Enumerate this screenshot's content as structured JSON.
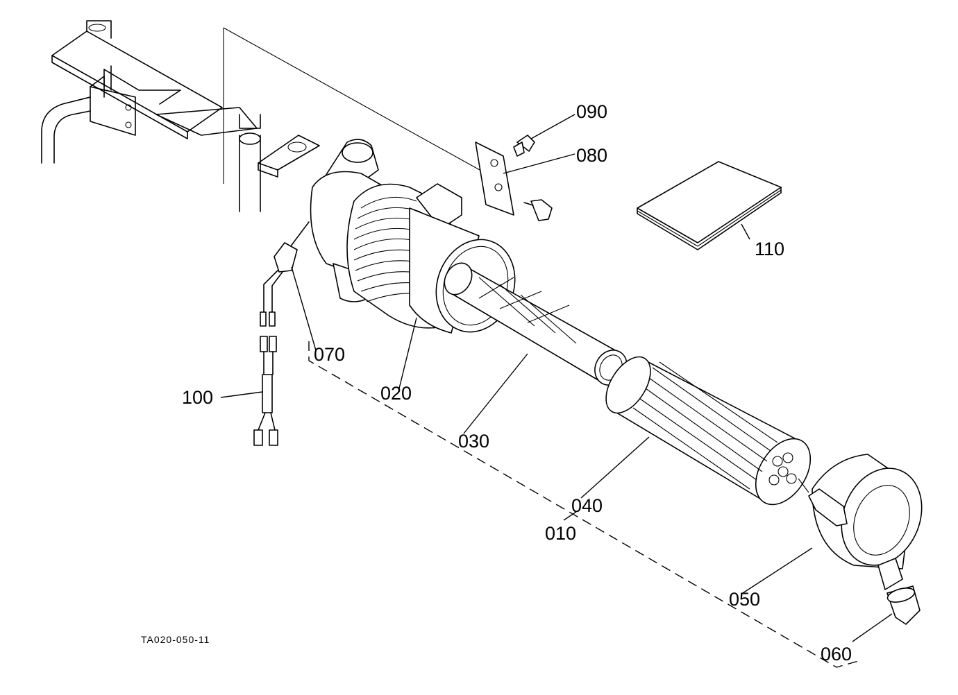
{
  "diagram_code": "TA020-050-11",
  "parts": [
    {
      "id": "p010",
      "label": "010"
    },
    {
      "id": "p020",
      "label": "020"
    },
    {
      "id": "p030",
      "label": "030"
    },
    {
      "id": "p040",
      "label": "040"
    },
    {
      "id": "p050",
      "label": "050"
    },
    {
      "id": "p060",
      "label": "060"
    },
    {
      "id": "p070",
      "label": "070"
    },
    {
      "id": "p080",
      "label": "080"
    },
    {
      "id": "p090",
      "label": "090"
    },
    {
      "id": "p100",
      "label": "100"
    },
    {
      "id": "p110",
      "label": "110"
    }
  ]
}
